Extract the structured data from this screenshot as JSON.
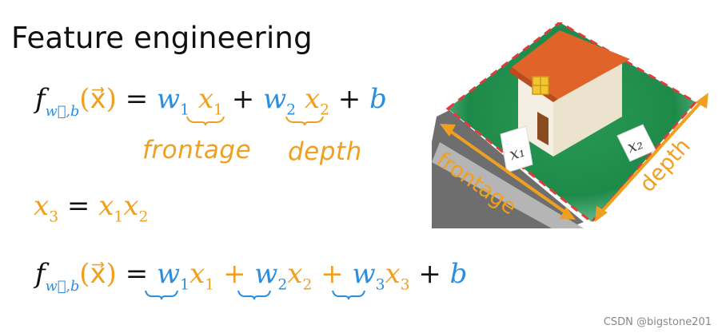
{
  "title": "Feature engineering",
  "eq1": {
    "f": "f",
    "sub": "w⃗,b",
    "arg": "(x⃗)",
    "equals": "=",
    "w1": "w",
    "w1_sub": "1",
    "x1": "x",
    "x1_sub": "1",
    "plus1": "+",
    "w2": "w",
    "w2_sub": "2",
    "x2": "x",
    "x2_sub": "2",
    "plus2": "+",
    "b": "b"
  },
  "annotations": {
    "frontage": "frontage",
    "depth": "depth"
  },
  "eq2": {
    "x3": "x",
    "x3_sub": "3",
    "equals": "=",
    "x1": "x",
    "x1_sub": "1",
    "x2": "x",
    "x2_sub": "2"
  },
  "eq3": {
    "f": "f",
    "sub": "w⃗,b",
    "arg": "(x⃗)",
    "equals": "=",
    "w1": "w",
    "w1_sub": "1",
    "x1": "x",
    "x1_sub": "1",
    "plus1": "+",
    "w2": "w",
    "w2_sub": "2",
    "x2": "x",
    "x2_sub": "2",
    "plus2": "+",
    "w3": "w",
    "w3_sub": "3",
    "x3": "x",
    "x3_sub": "3",
    "plus3": "+",
    "b": "b"
  },
  "illustration": {
    "sign_x1": "x₁",
    "sign_x2": "x₂",
    "frontage_label": "frontage",
    "depth_label": "depth"
  },
  "watermark": "CSDN @bigstone201",
  "colors": {
    "blue": "#2a8fe0",
    "orange": "#f0a020",
    "lawn": "#1e8a4a",
    "roof": "#e0642a",
    "road": "#6e6e6e",
    "dash": "#e23b3b"
  }
}
